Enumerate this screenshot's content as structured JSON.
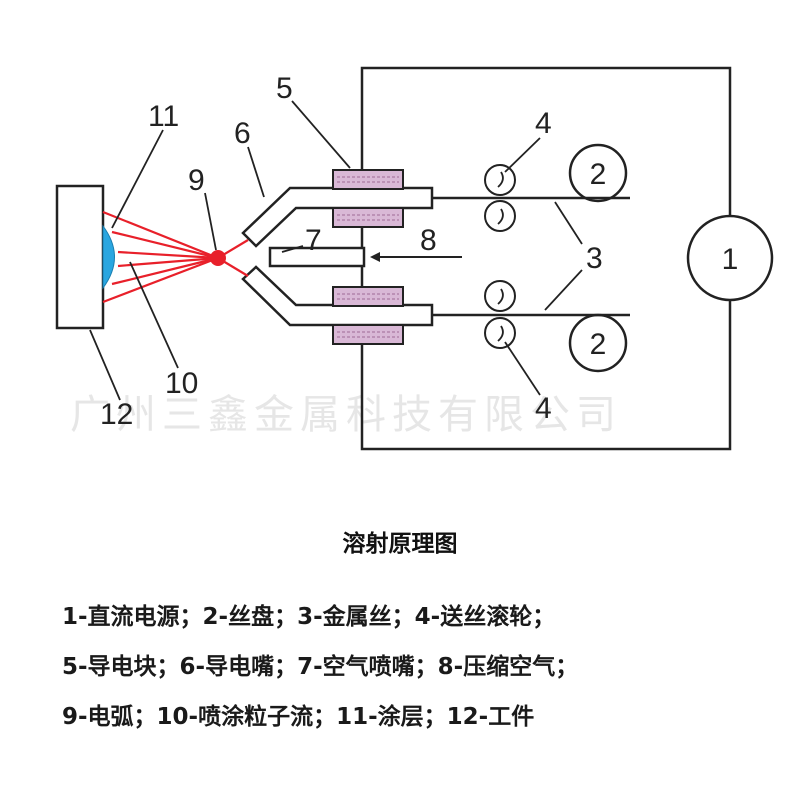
{
  "diagram": {
    "labels": {
      "power_source": "1",
      "wire_spool_top": "2",
      "wire_spool_bottom": "2",
      "wire": "3",
      "feed_roller_top": "4",
      "feed_roller_bottom": "4",
      "conductive_block": "5",
      "conductive_nozzle": "6",
      "air_nozzle": "7",
      "compressed_air": "8",
      "arc": "9",
      "particle_stream": "10",
      "coating": "11",
      "workpiece": "12"
    },
    "watermark": "广州三鑫金属科技有限公司",
    "colors": {
      "spray_lines": "#e8202a",
      "arc_point": "#e8202a",
      "coating": "#2aa6e0",
      "insulator_pad": "#d9b8d6",
      "outline": "#222222"
    }
  },
  "caption": "溶射原理图",
  "legend": [
    "1-直流电源；2-丝盘；3-金属丝；4-送丝滚轮；",
    "5-导电块；6-导电嘴；7-空气喷嘴；8-压缩空气；",
    "9-电弧；10-喷涂粒子流；11-涂层；12-工件"
  ]
}
